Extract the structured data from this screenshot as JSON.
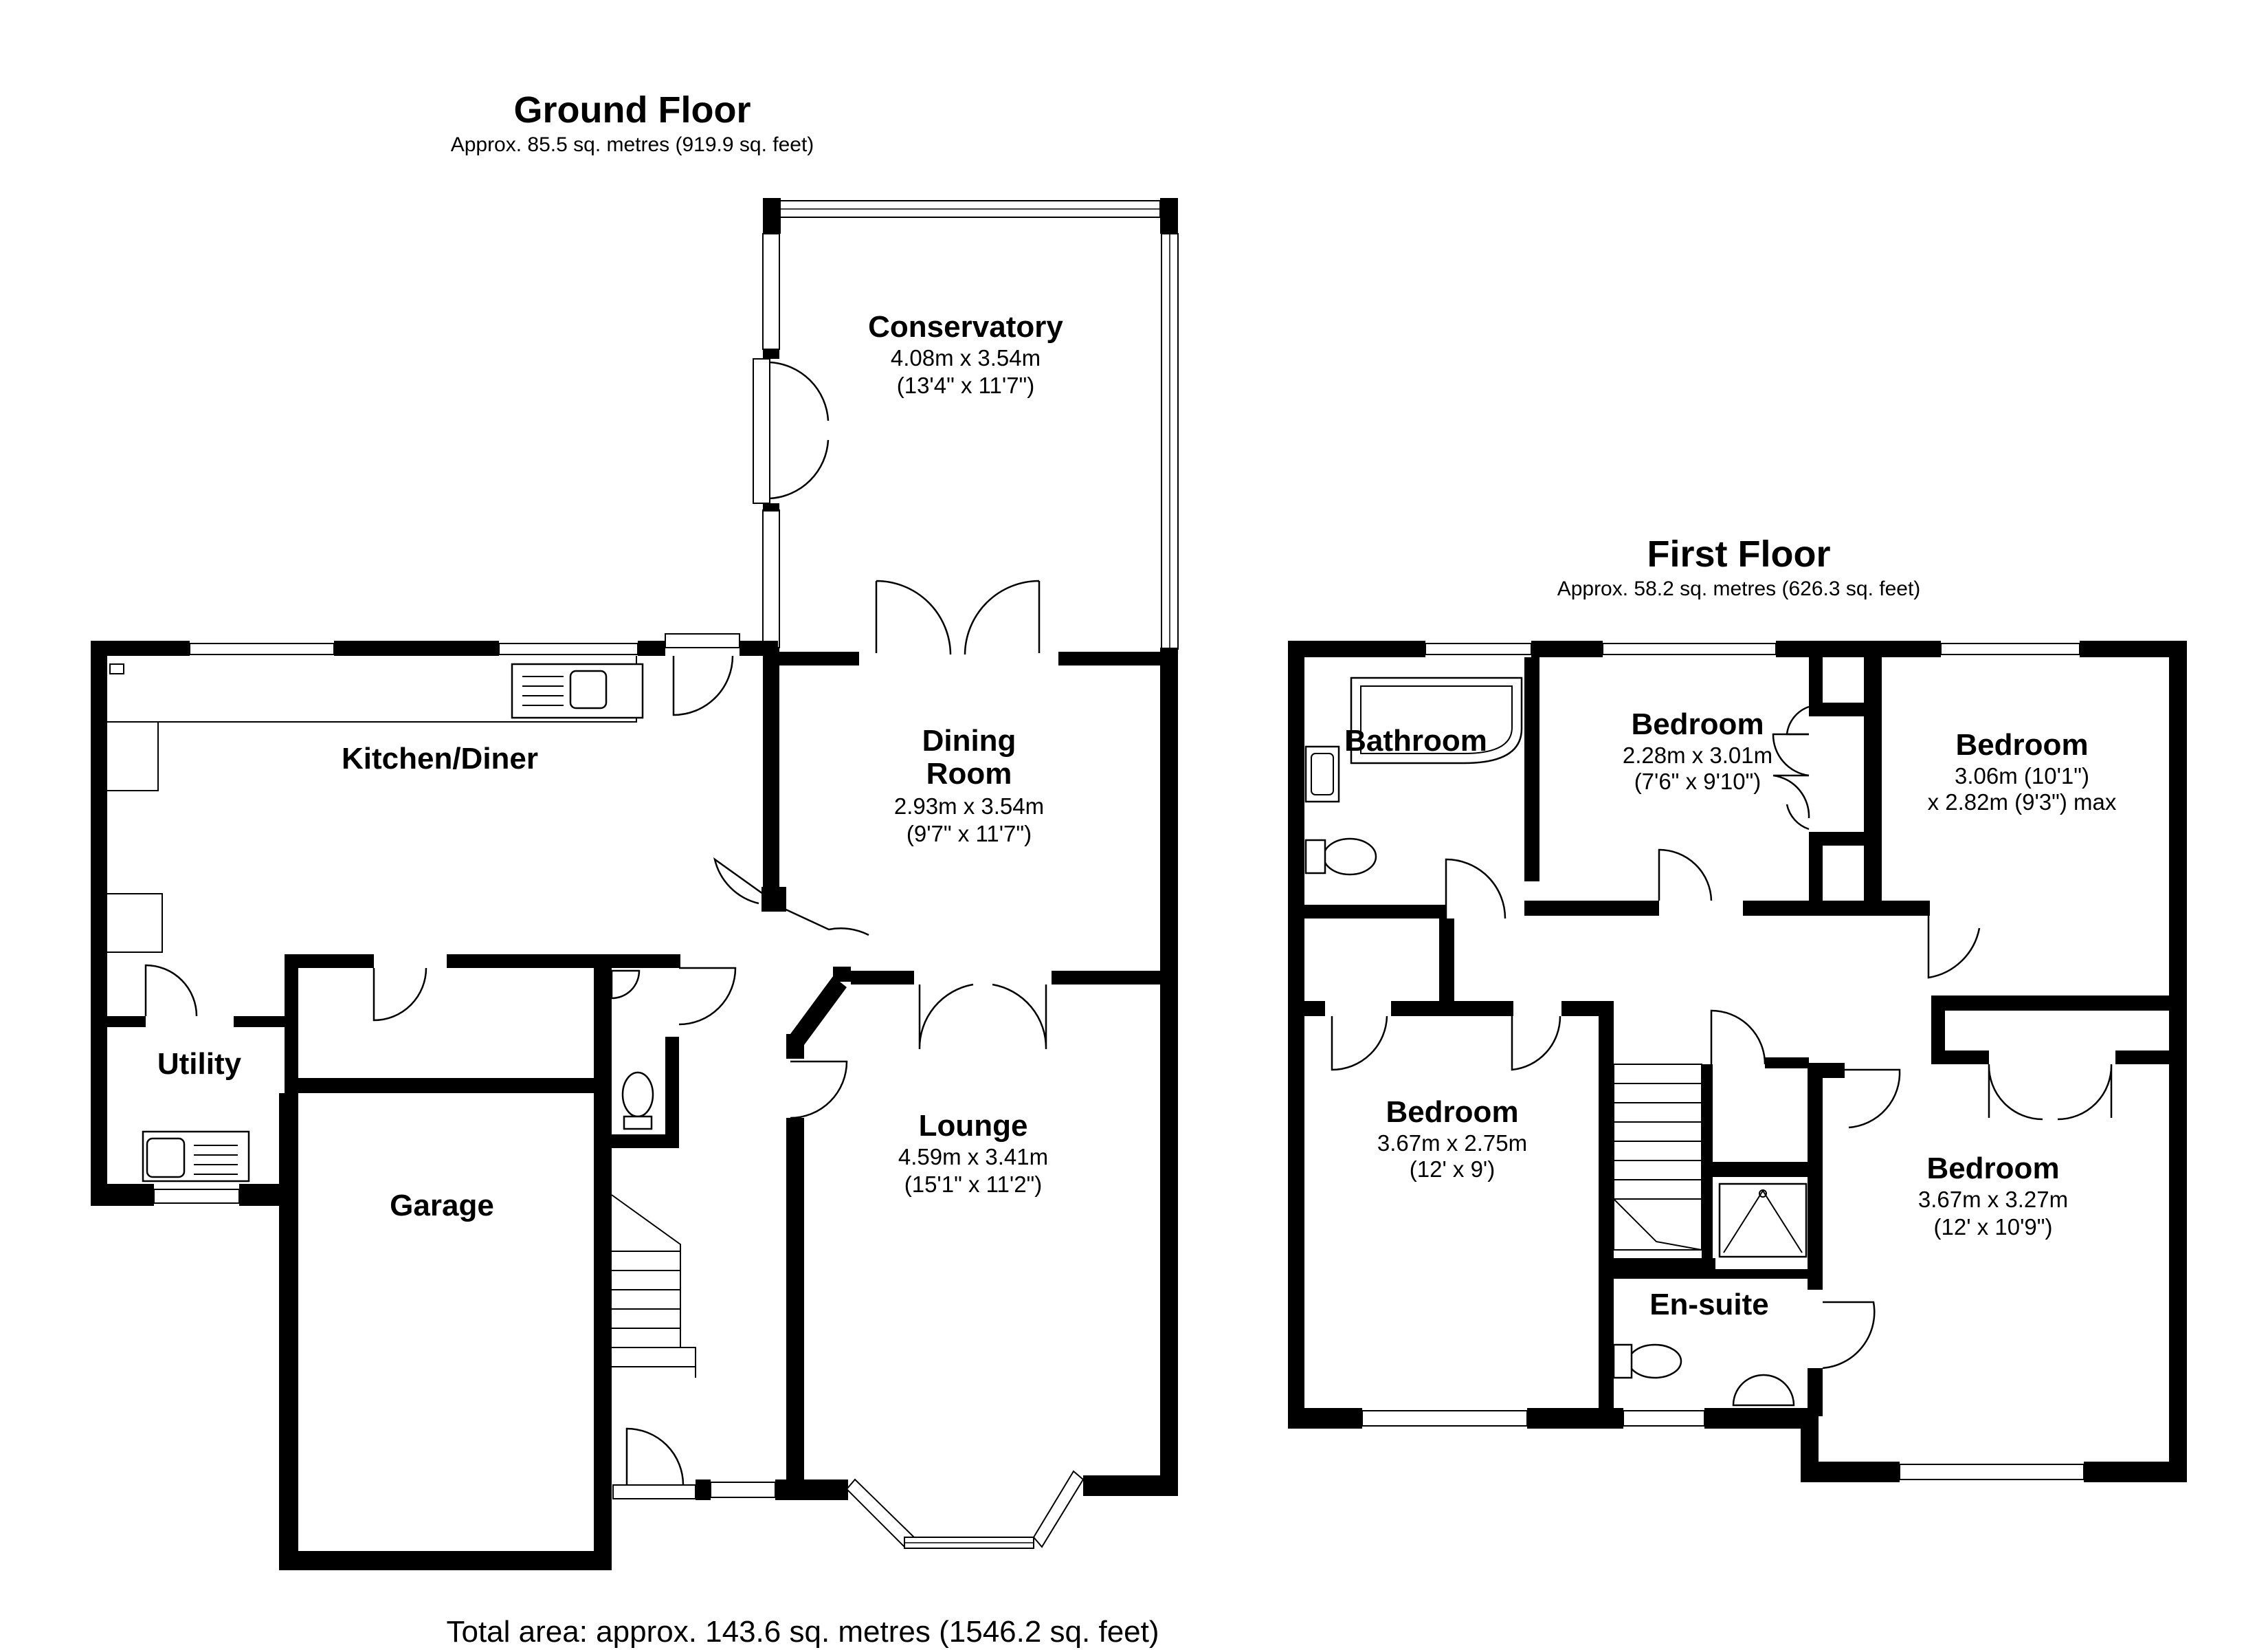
{
  "ground_floor": {
    "title": "Ground Floor",
    "area": "Approx. 85.5 sq. metres (919.9 sq. feet)",
    "rooms": {
      "conservatory": {
        "name": "Conservatory",
        "dim_m": "4.08m x 3.54m",
        "dim_ft": "(13'4\" x 11'7\")"
      },
      "dining": {
        "name_line1": "Dining",
        "name_line2": "Room",
        "dim_m": "2.93m x 3.54m",
        "dim_ft": "(9'7\" x 11'7\")"
      },
      "kitchen": {
        "name": "Kitchen/Diner"
      },
      "utility": {
        "name": "Utility"
      },
      "garage": {
        "name": "Garage"
      },
      "lounge": {
        "name": "Lounge",
        "dim_m": "4.59m x 3.41m",
        "dim_ft": "(15'1\" x 11'2\")"
      }
    }
  },
  "first_floor": {
    "title": "First Floor",
    "area": "Approx. 58.2 sq. metres (626.3 sq. feet)",
    "rooms": {
      "bathroom": {
        "name": "Bathroom"
      },
      "bedroom_small": {
        "name": "Bedroom",
        "dim_m": "2.28m x 3.01m",
        "dim_ft": "(7'6\" x 9'10\")"
      },
      "bedroom_ne": {
        "name": "Bedroom",
        "dim_line1": "3.06m (10'1\")",
        "dim_line2": "x 2.82m (9'3\") max"
      },
      "bedroom_w": {
        "name": "Bedroom",
        "dim_m": "3.67m x 2.75m",
        "dim_ft": "(12' x 9')"
      },
      "bedroom_se": {
        "name": "Bedroom",
        "dim_m": "3.67m x 3.27m",
        "dim_ft": "(12' x 10'9\")"
      },
      "ensuite": {
        "name": "En-suite"
      }
    }
  },
  "total_area": "Total area: approx. 143.6 sq. metres (1546.2 sq. feet)"
}
